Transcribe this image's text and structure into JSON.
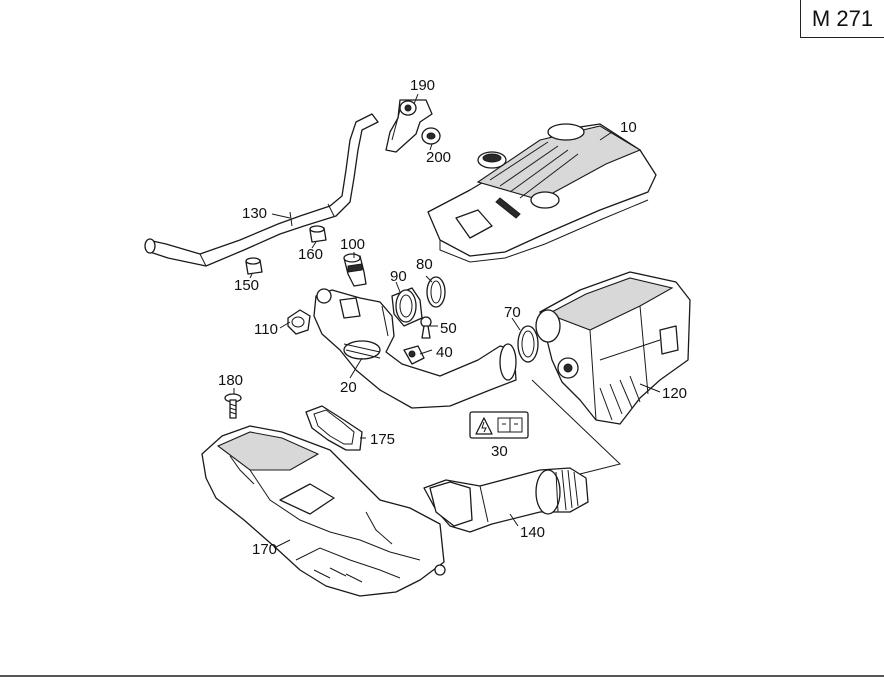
{
  "engine_code": "M 271",
  "callouts": {
    "p10": "10",
    "p20": "20",
    "p30": "30",
    "p40": "40",
    "p50": "50",
    "p70": "70",
    "p80": "80",
    "p90": "90",
    "p100": "100",
    "p110": "110",
    "p120": "120",
    "p130": "130",
    "p140": "140",
    "p150": "150",
    "p160": "160",
    "p170": "170",
    "p175": "175",
    "p180": "180",
    "p190": "190",
    "p200": "200"
  }
}
